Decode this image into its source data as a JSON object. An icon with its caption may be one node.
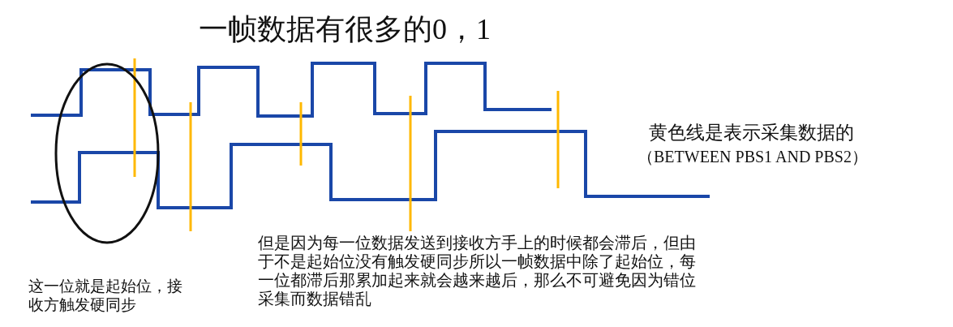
{
  "diagram": {
    "title": "一帧数据有很多的0，1",
    "labels": [
      "黄色线是表示采集数据的",
      "（BETWEEN PBS1 AND PBS2）",
      "但是因为每一位数据发送到接收方手上的时候都会滞后，但由于不是起始位没有触发硬同步所以一帧数据中除了起始位，每一位都滞后那累加起来就会越来越后，那么不可避免因为错位采集而数据错乱",
      "这一位就是起始位，接收方触发硬同步"
    ]
  }
}
